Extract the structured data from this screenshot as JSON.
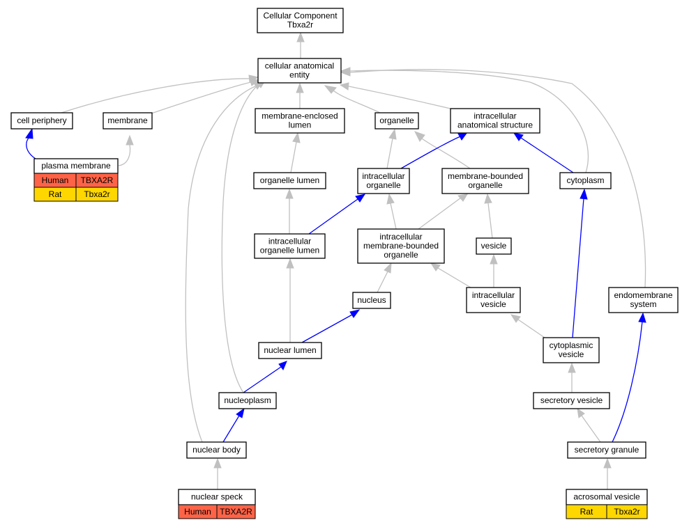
{
  "colors": {
    "regulates_edge": "#c0c0c0",
    "part_of_edge": "#0000ff",
    "human": "#ff6347",
    "rat": "#ffd700"
  },
  "nodes": {
    "cc_root": [
      "Cellular Component",
      "Tbxa2r"
    ],
    "cae": [
      "cellular anatomical",
      "entity"
    ],
    "cell_periphery": [
      "cell periphery"
    ],
    "membrane": [
      "membrane"
    ],
    "mel": [
      "membrane-enclosed",
      "lumen"
    ],
    "organelle": [
      "organelle"
    ],
    "ias": [
      "intracellular",
      "anatomical structure"
    ],
    "plasma_membrane": [
      "plasma membrane"
    ],
    "organelle_lumen": [
      "organelle lumen"
    ],
    "intracellular_organelle": [
      "intracellular",
      "organelle"
    ],
    "mbo": [
      "membrane-bounded",
      "organelle"
    ],
    "cytoplasm": [
      "cytoplasm"
    ],
    "iol": [
      "intracellular",
      "organelle lumen"
    ],
    "imbo": [
      "intracellular",
      "membrane-bounded",
      "organelle"
    ],
    "vesicle": [
      "vesicle"
    ],
    "nucleus": [
      "nucleus"
    ],
    "intracellular_vesicle": [
      "intracellular",
      "vesicle"
    ],
    "endomembrane_system": [
      "endomembrane",
      "system"
    ],
    "nuclear_lumen": [
      "nuclear lumen"
    ],
    "cytoplasmic_vesicle": [
      "cytoplasmic",
      "vesicle"
    ],
    "nucleoplasm": [
      "nucleoplasm"
    ],
    "secretory_vesicle": [
      "secretory vesicle"
    ],
    "nuclear_body": [
      "nuclear body"
    ],
    "secretory_granule": [
      "secretory granule"
    ],
    "nuclear_speck": [
      "nuclear speck"
    ],
    "acrosomal_vesicle": [
      "acrosomal vesicle"
    ]
  },
  "annotations": {
    "plasma_membrane": [
      {
        "species": "Human",
        "gene": "TBXA2R"
      },
      {
        "species": "Rat",
        "gene": "Tbxa2r"
      }
    ],
    "nuclear_speck": [
      {
        "species": "Human",
        "gene": "TBXA2R"
      }
    ],
    "acrosomal_vesicle": [
      {
        "species": "Rat",
        "gene": "Tbxa2r"
      }
    ]
  }
}
